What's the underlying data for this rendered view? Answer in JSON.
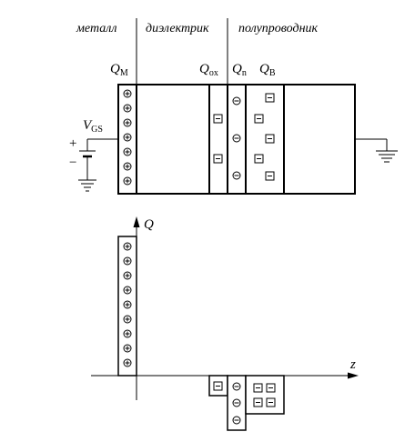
{
  "regions": {
    "metal": "металл",
    "dielectric": "диэлектрик",
    "semiconductor": "полупроводник"
  },
  "charges": {
    "metal": {
      "symbol": "Q",
      "sub": "M"
    },
    "oxide": {
      "symbol": "Q",
      "sub": "ox"
    },
    "inversion": {
      "symbol": "Q",
      "sub": "n"
    },
    "bulk": {
      "symbol": "Q",
      "sub": "B"
    }
  },
  "source": {
    "symbol": "V",
    "sub": "GS",
    "plus": "+",
    "minus": "−"
  },
  "plot": {
    "y_axis": "Q",
    "x_axis": "z"
  },
  "colors": {
    "ink": "#000000",
    "background": "#ffffff"
  }
}
